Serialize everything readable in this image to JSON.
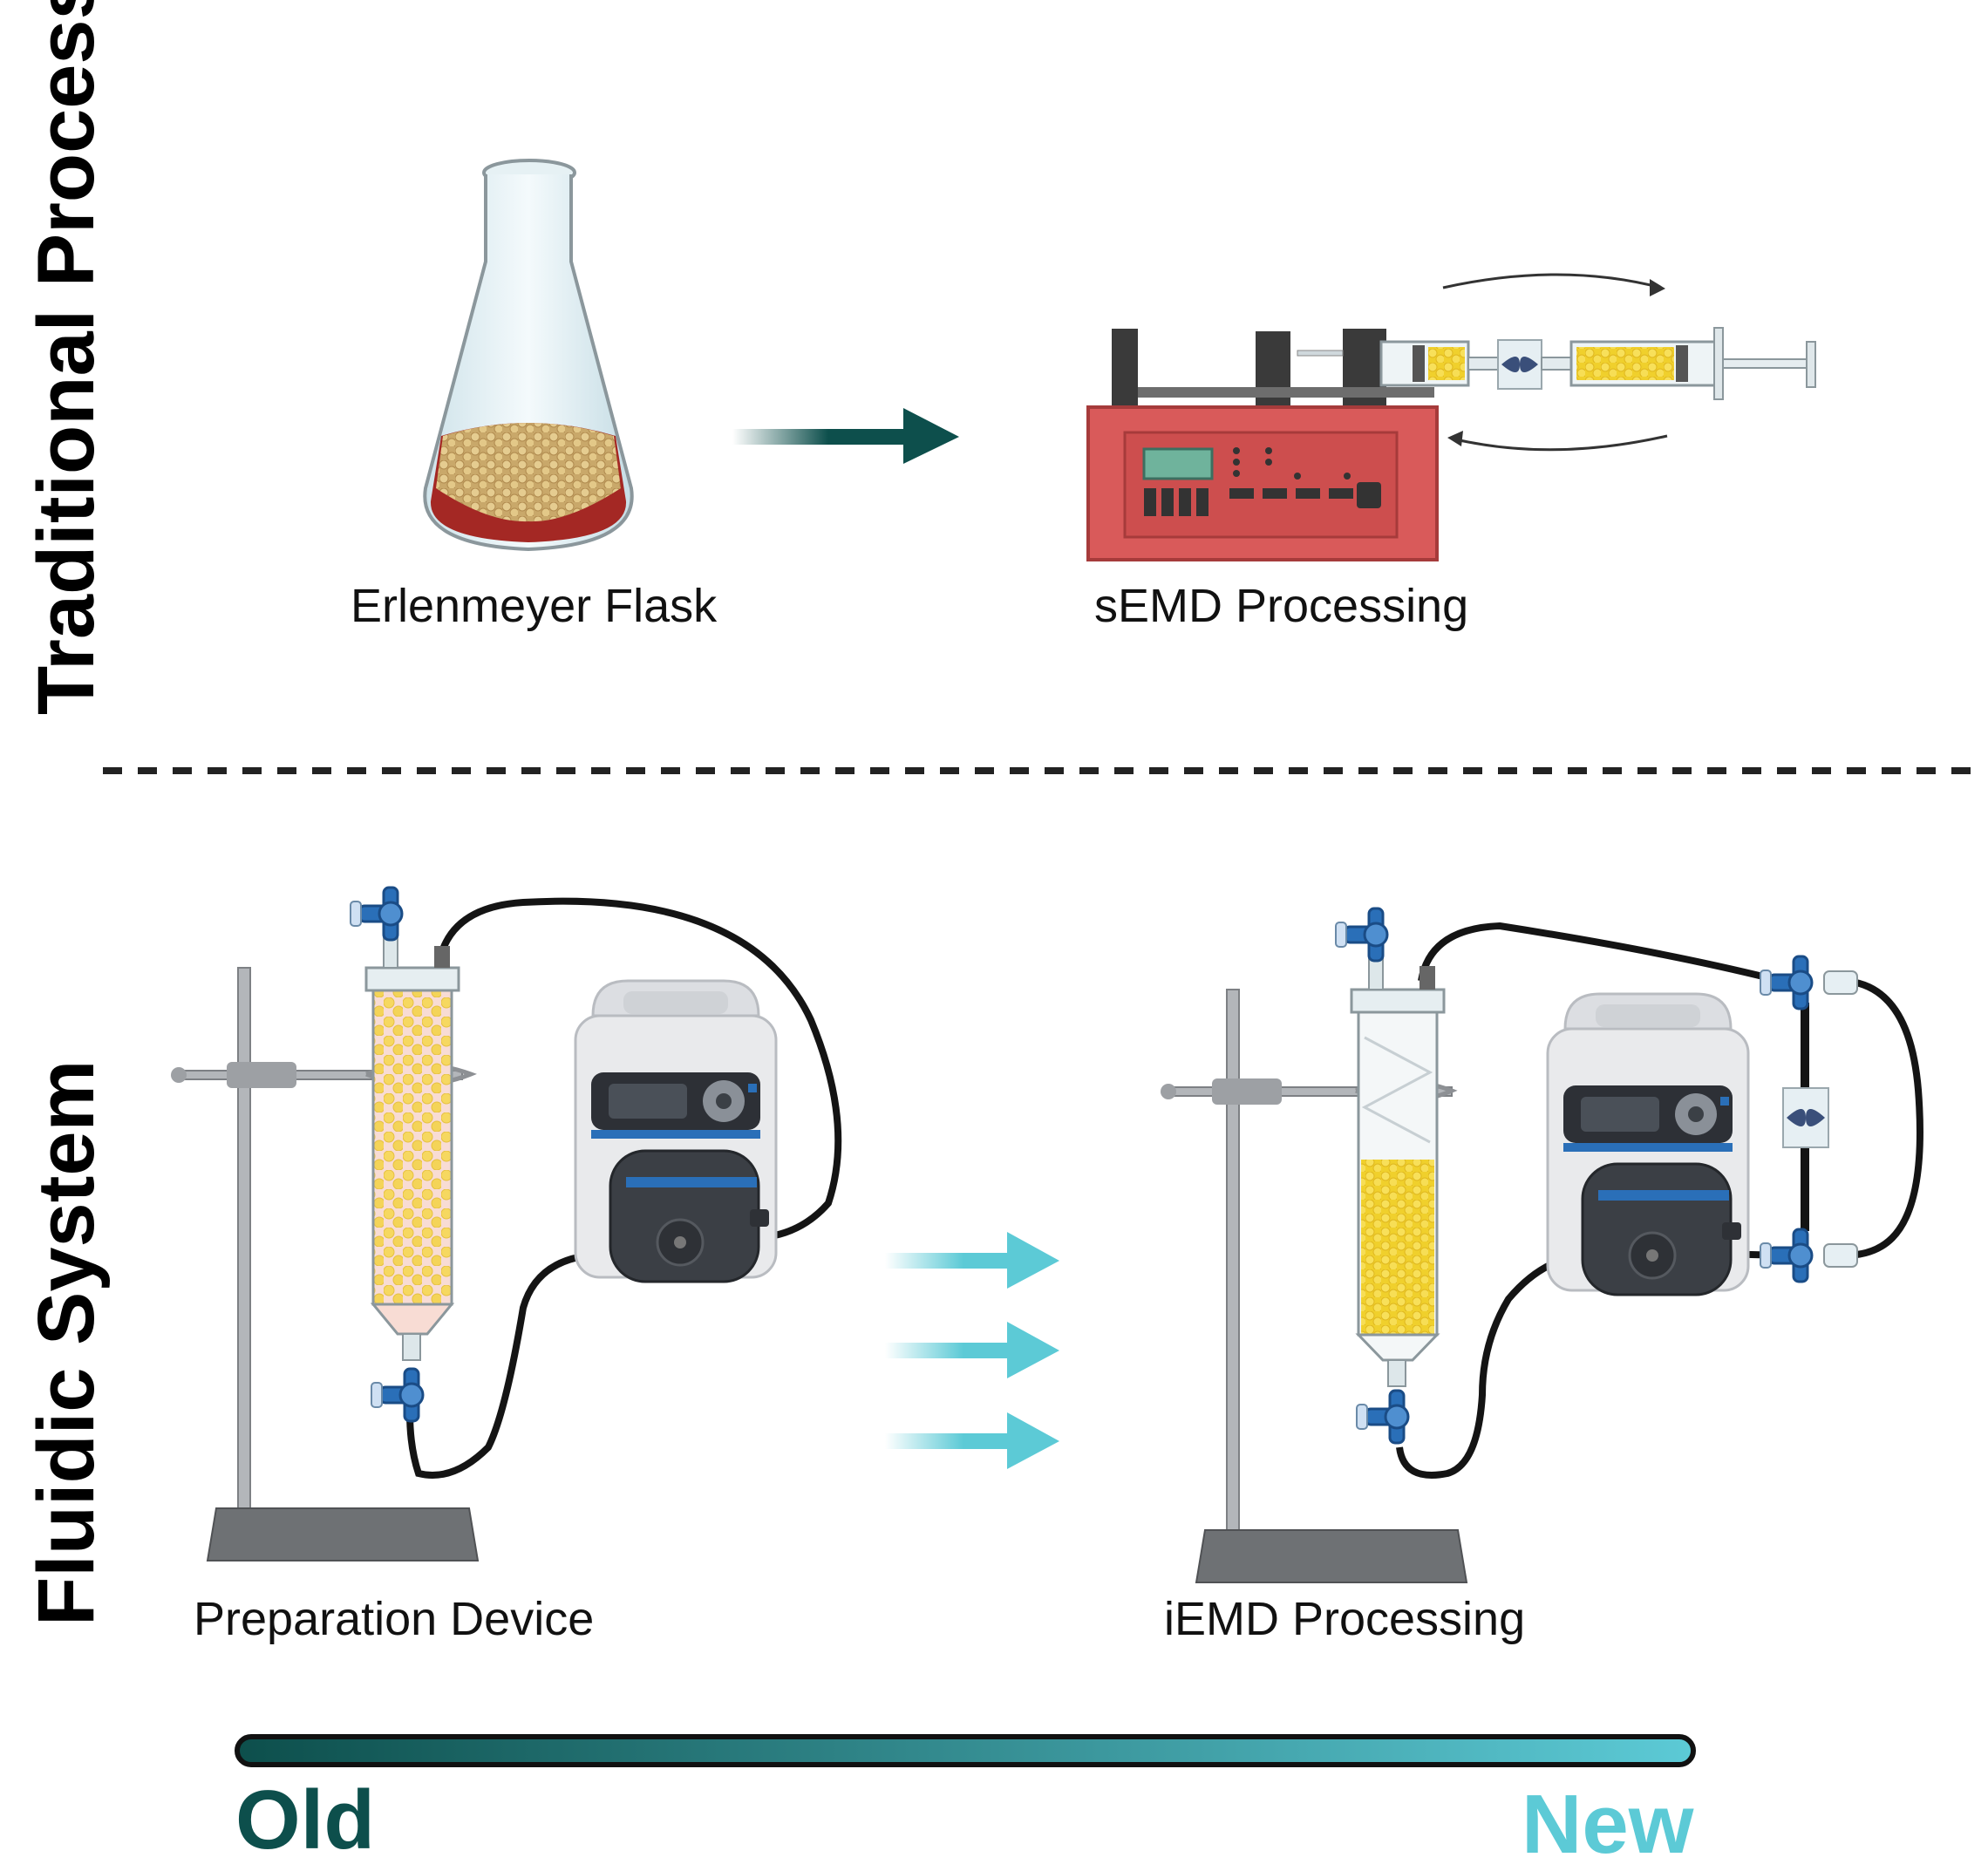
{
  "sections": {
    "traditional": {
      "title": "Traditional Process"
    },
    "fluidic": {
      "title": "Fluidic System"
    }
  },
  "labels": {
    "flask": "Erlenmeyer Flask",
    "semd": "sEMD Processing",
    "prep": "Preparation Device",
    "iemd": "iEMD Processing"
  },
  "scale": {
    "old": "Old",
    "new": "New"
  },
  "colors": {
    "dark_teal": "#0d4f4c",
    "light_teal": "#5ccad6",
    "pump_red": "#d95a5a",
    "bead_yellow": "#f2d43a",
    "valve_blue": "#2a6fb8"
  }
}
